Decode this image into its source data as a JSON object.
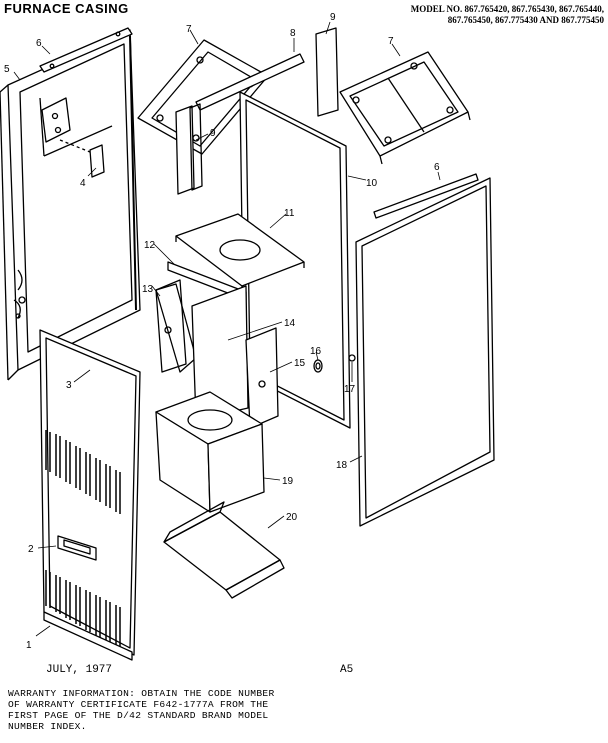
{
  "header": {
    "title": "FURNACE CASING",
    "model_lines": [
      "MODEL NO. 867.765420, 867.765430, 867.765440,",
      "867.765450, 867.775430 AND 867.775450"
    ]
  },
  "callouts": {
    "p1": "1",
    "p2": "2",
    "p3": "3",
    "p4": "4",
    "p5": "5",
    "p6a": "6",
    "p6b": "6",
    "p7a": "7",
    "p7b": "7",
    "p8": "8",
    "p9a": "9",
    "p9b": "9",
    "p10": "10",
    "p11": "11",
    "p12": "12",
    "p13": "13",
    "p14": "14",
    "p15": "15",
    "p16": "16",
    "p17": "17",
    "p18": "18",
    "p19": "19",
    "p20": "20"
  },
  "footer": {
    "date": "JULY, 1977",
    "page_code": "A5",
    "warranty_lines": [
      "WARRANTY INFORMATION:  OBTAIN THE CODE NUMBER",
      "OF WARRANTY CERTIFICATE  F642-1777A  FROM THE",
      "FIRST PAGE OF THE D/42 STANDARD BRAND MODEL",
      "NUMBER INDEX."
    ]
  }
}
